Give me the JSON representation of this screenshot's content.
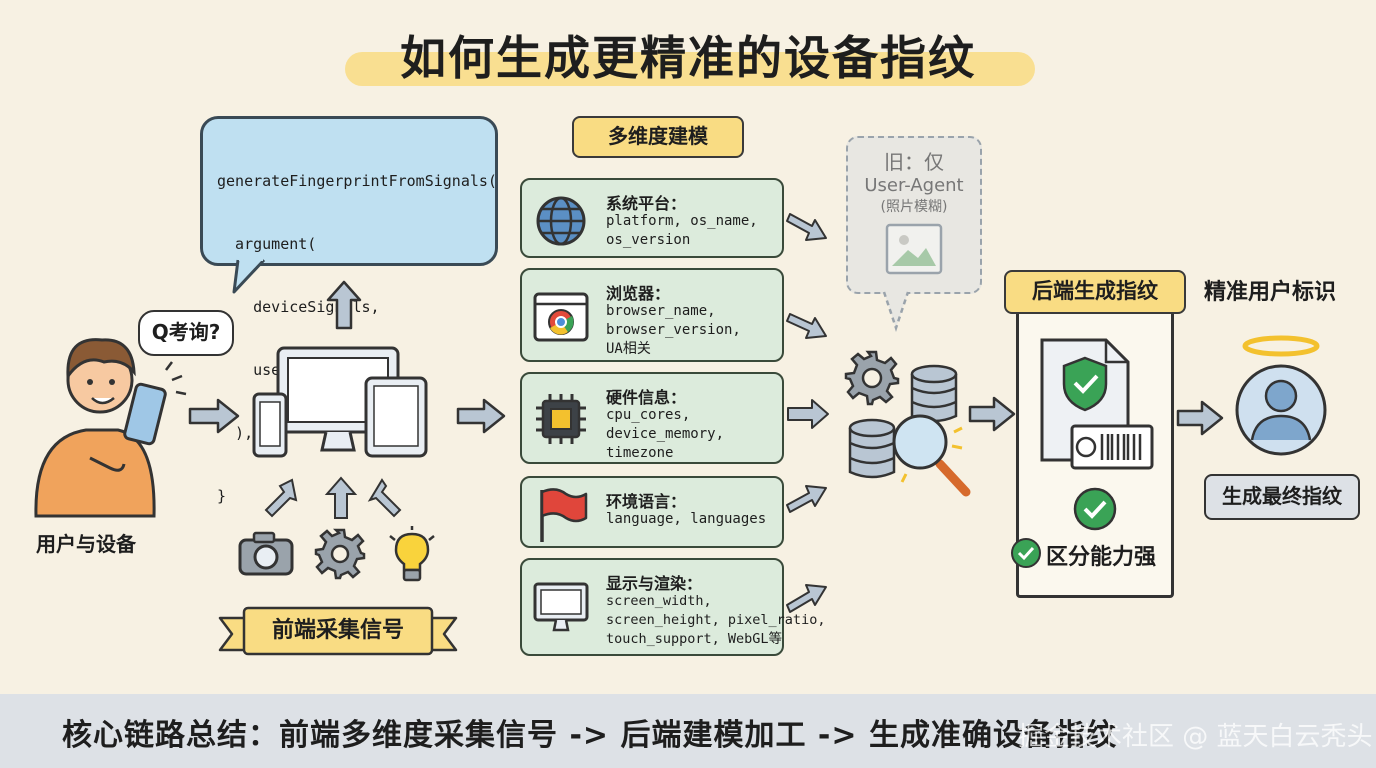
{
  "title": "如何生成更精准的设备指纹",
  "code_bubble": {
    "lines": [
      "generateFingerprintFromSignals(",
      "  argument(",
      "    deviceSignals,",
      "    userAgent,",
      "  ),...",
      "}"
    ]
  },
  "user": {
    "speech": "Q考询?",
    "label": "用户与设备"
  },
  "frontend": {
    "label": "前端采集信号",
    "source_icons": [
      "camera-icon",
      "gear-icon",
      "lightbulb-icon"
    ]
  },
  "modeling": {
    "title": "多维度建模",
    "panels": [
      {
        "icon": "globe-icon",
        "title": "系统平台：",
        "body": "platform, os_name,\nos_version"
      },
      {
        "icon": "browser-icon",
        "title": "浏览器：",
        "body": "browser_name,\nbrowser_version,\nUA相关"
      },
      {
        "icon": "chip-icon",
        "title": "硬件信息：",
        "body": "cpu_cores,\ndevice_memory,\ntimezone"
      },
      {
        "icon": "flag-icon",
        "title": "环境语言：",
        "body": "language, languages"
      },
      {
        "icon": "monitor-icon",
        "title": "显示与渲染：",
        "body": "screen_width,\nscreen_height, pixel_ratio,\ntouch_support, WebGL等"
      }
    ]
  },
  "old_method": {
    "line1": "旧：仅",
    "line2": "User-Agent",
    "line3": "(照片模糊)"
  },
  "backend": {
    "title": "后端生成指纹",
    "badge": "区分能力强"
  },
  "result": {
    "title": "精准用户标识",
    "button": "生成最终指纹"
  },
  "footer": {
    "summary": "核心链路总结：前端多维度采集信号 -> 后端建模加工 -> 生成准确设备指纹"
  },
  "watermark": "掘金技术社区 @ 蓝天白云秃头",
  "colors": {
    "background": "#f7f1e3",
    "highlight": "#f9dc83",
    "bubble": "#bfe0f1",
    "panel": "#dcebdc",
    "arrow": "#b9c6d3",
    "check": "#2e9e4a"
  }
}
